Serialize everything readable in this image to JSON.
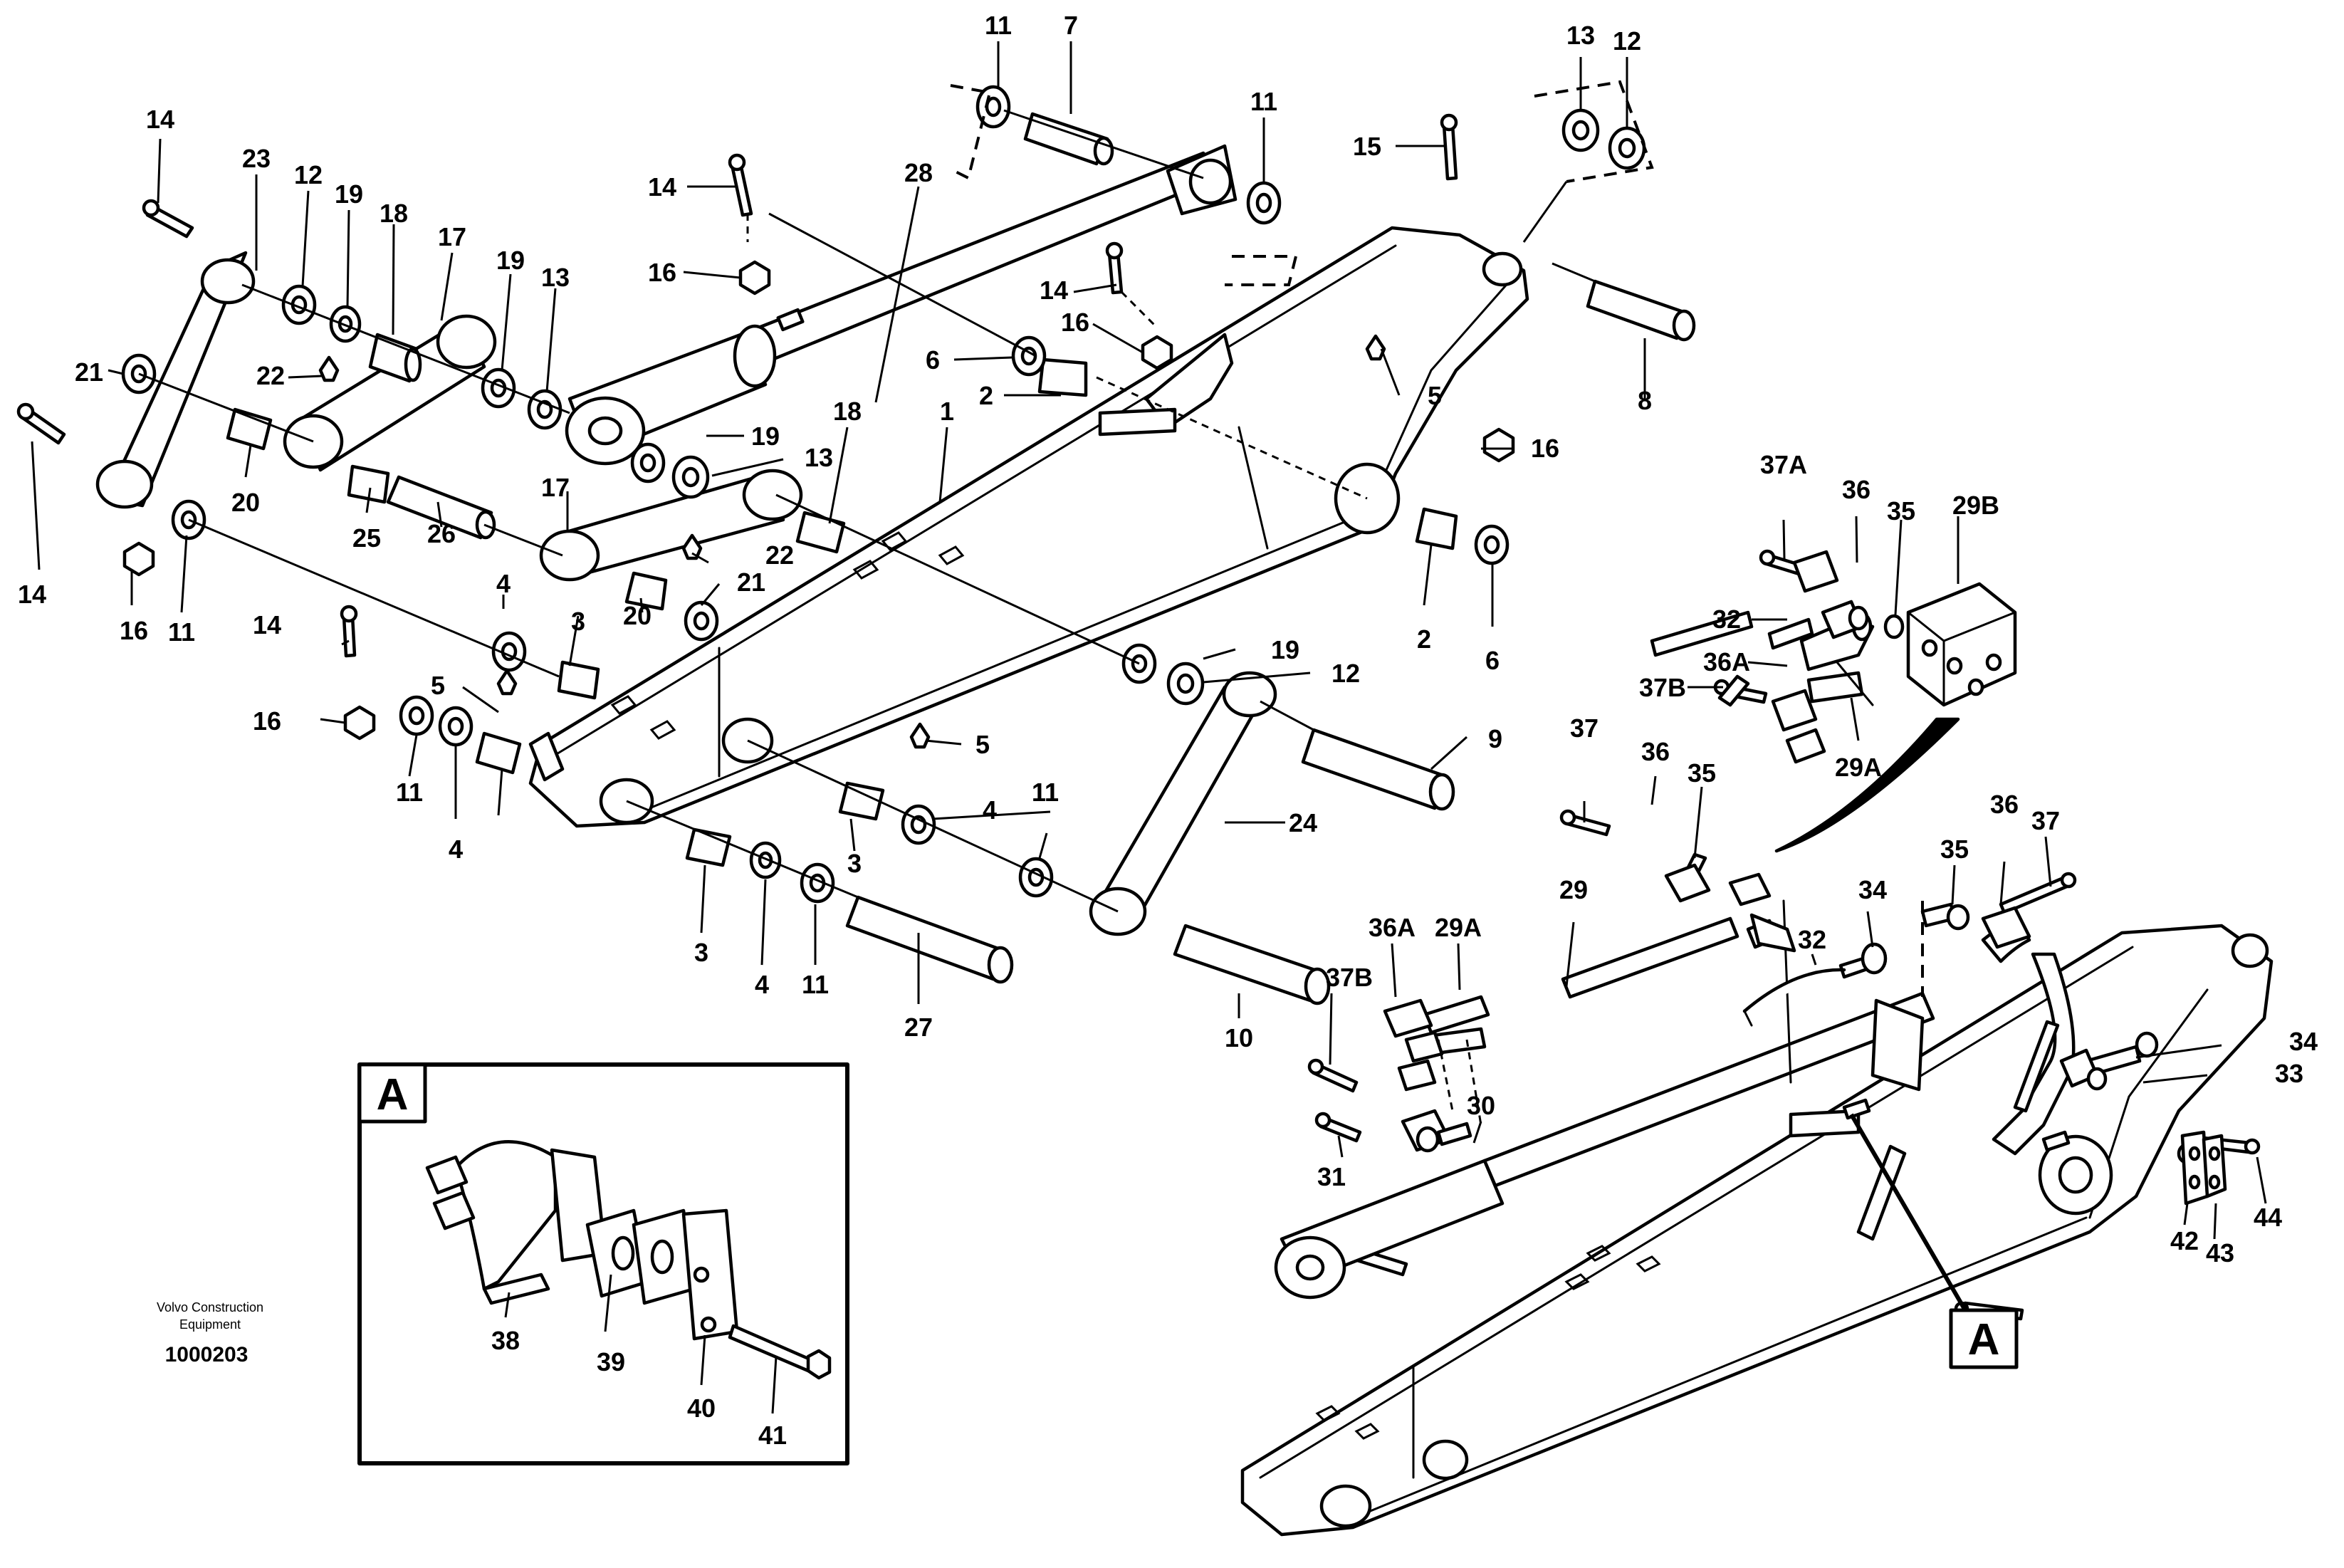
{
  "labels": [
    {
      "id": "p11a",
      "text": "11"
    },
    {
      "id": "p7",
      "text": "7"
    },
    {
      "id": "p13a",
      "text": "13"
    },
    {
      "id": "p12a",
      "text": "12"
    },
    {
      "id": "p11b",
      "text": "11"
    },
    {
      "id": "p15",
      "text": "15"
    },
    {
      "id": "p14a",
      "text": "14"
    },
    {
      "id": "p28",
      "text": "28"
    },
    {
      "id": "p14b",
      "text": "14"
    },
    {
      "id": "p23",
      "text": "23"
    },
    {
      "id": "p12b",
      "text": "12"
    },
    {
      "id": "p19a",
      "text": "19"
    },
    {
      "id": "p18a",
      "text": "18"
    },
    {
      "id": "p17a",
      "text": "17"
    },
    {
      "id": "p19b",
      "text": "19"
    },
    {
      "id": "p13b",
      "text": "13"
    },
    {
      "id": "p16a",
      "text": "16"
    },
    {
      "id": "p14c",
      "text": "14"
    },
    {
      "id": "p16b",
      "text": "16"
    },
    {
      "id": "p8",
      "text": "8"
    },
    {
      "id": "p21a",
      "text": "21"
    },
    {
      "id": "p22a",
      "text": "22"
    },
    {
      "id": "p6a",
      "text": "6"
    },
    {
      "id": "p2a",
      "text": "2"
    },
    {
      "id": "p5a",
      "text": "5"
    },
    {
      "id": "p16c",
      "text": "16"
    },
    {
      "id": "p20a",
      "text": "20"
    },
    {
      "id": "p19c",
      "text": "19"
    },
    {
      "id": "p13c",
      "text": "13"
    },
    {
      "id": "p18b",
      "text": "18"
    },
    {
      "id": "p1",
      "text": "1"
    },
    {
      "id": "p14d",
      "text": "14"
    },
    {
      "id": "p25",
      "text": "25"
    },
    {
      "id": "p26",
      "text": "26"
    },
    {
      "id": "p17b",
      "text": "17"
    },
    {
      "id": "p22b",
      "text": "22"
    },
    {
      "id": "p21b",
      "text": "21"
    },
    {
      "id": "p20b",
      "text": "20"
    },
    {
      "id": "p16d",
      "text": "16"
    },
    {
      "id": "p11c",
      "text": "11"
    },
    {
      "id": "p2b",
      "text": "2"
    },
    {
      "id": "p6b",
      "text": "6"
    },
    {
      "id": "p37A",
      "text": "37A"
    },
    {
      "id": "p36a",
      "text": "36"
    },
    {
      "id": "p35a",
      "text": "35"
    },
    {
      "id": "p29B",
      "text": "29B"
    },
    {
      "id": "p32a",
      "text": "32"
    },
    {
      "id": "p36A",
      "text": "36A"
    },
    {
      "id": "p37B",
      "text": "37B"
    },
    {
      "id": "p29Aa",
      "text": "29A"
    },
    {
      "id": "p4a",
      "text": "4"
    },
    {
      "id": "p3a",
      "text": "3"
    },
    {
      "id": "p14e",
      "text": "14"
    },
    {
      "id": "p19d",
      "text": "19"
    },
    {
      "id": "p12c",
      "text": "12"
    },
    {
      "id": "p16e",
      "text": "16"
    },
    {
      "id": "p5b",
      "text": "5"
    },
    {
      "id": "p5c",
      "text": "5"
    },
    {
      "id": "p9",
      "text": "9"
    },
    {
      "id": "p11d",
      "text": "11"
    },
    {
      "id": "p4b",
      "text": "4"
    },
    {
      "id": "p3b",
      "text": "3"
    },
    {
      "id": "p3c",
      "text": "3"
    },
    {
      "id": "p4c",
      "text": "4"
    },
    {
      "id": "p11e",
      "text": "11"
    },
    {
      "id": "p4d",
      "text": "4"
    },
    {
      "id": "p24",
      "text": "24"
    },
    {
      "id": "p11f",
      "text": "11"
    },
    {
      "id": "p3d",
      "text": "3"
    },
    {
      "id": "p4e",
      "text": "4"
    },
    {
      "id": "p11g",
      "text": "11"
    },
    {
      "id": "p27",
      "text": "27"
    },
    {
      "id": "p10",
      "text": "10"
    },
    {
      "id": "p37a",
      "text": "37"
    },
    {
      "id": "p36b",
      "text": "36"
    },
    {
      "id": "p35b",
      "text": "35"
    },
    {
      "id": "p36c",
      "text": "36"
    },
    {
      "id": "p37b",
      "text": "37"
    },
    {
      "id": "p35c",
      "text": "35"
    },
    {
      "id": "p36Ab",
      "text": "36A"
    },
    {
      "id": "p29Ab",
      "text": "29A"
    },
    {
      "id": "p29",
      "text": "29"
    },
    {
      "id": "p32b",
      "text": "32"
    },
    {
      "id": "p34a",
      "text": "34"
    },
    {
      "id": "p37Bb",
      "text": "37B"
    },
    {
      "id": "p34b",
      "text": "34"
    },
    {
      "id": "p33",
      "text": "33"
    },
    {
      "id": "p30",
      "text": "30"
    },
    {
      "id": "p31",
      "text": "31"
    },
    {
      "id": "p42",
      "text": "42"
    },
    {
      "id": "p43",
      "text": "43"
    },
    {
      "id": "p44",
      "text": "44"
    },
    {
      "id": "p38",
      "text": "38"
    },
    {
      "id": "p39",
      "text": "39"
    },
    {
      "id": "p40",
      "text": "40"
    },
    {
      "id": "p41",
      "text": "41"
    }
  ],
  "callout_letter": "A",
  "detail_letter": "A",
  "caption": {
    "line1": "Volvo Construction",
    "line2": "Equipment",
    "code": "1000203"
  }
}
